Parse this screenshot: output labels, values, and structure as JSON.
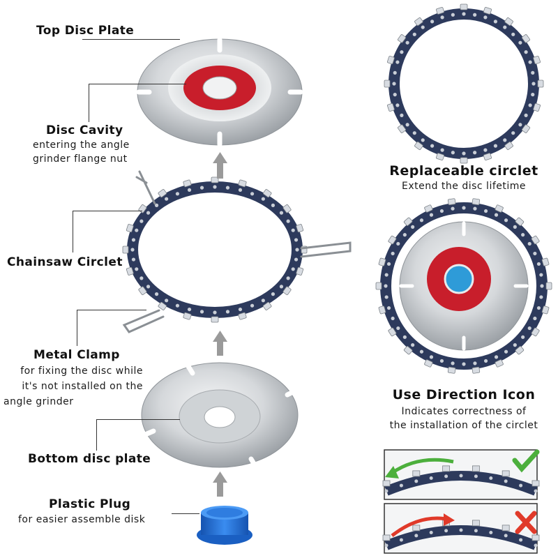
{
  "labels": {
    "top_disc_plate": "Top Disc Plate",
    "disc_cavity": "Disc Cavity",
    "disc_cavity_desc_1": "entering the angle",
    "disc_cavity_desc_2": "grinder flange nut",
    "chainsaw_circlet": "Chainsaw Circlet",
    "metal_clamp": "Metal Clamp",
    "metal_clamp_desc_1": "for fixing the disc while",
    "metal_clamp_desc_2": "it's not installed on the",
    "metal_clamp_desc_3": "angle grinder",
    "bottom_disc_plate": "Bottom disc plate",
    "plastic_plug": "Plastic Plug",
    "plastic_plug_desc": "for easier assemble disk",
    "replaceable_circlet": "Replaceable circlet",
    "replaceable_circlet_desc": "Extend the disc lifetime",
    "use_direction_icon": "Use Direction Icon",
    "use_direction_desc_1": "Indicates correctness of",
    "use_direction_desc_2": "the installation of the circlet"
  },
  "colors": {
    "chain": "#2d3a5c",
    "chain_tooth": "#d8dce2",
    "steel_light": "#e6e8ea",
    "steel_dark": "#9ea3a8",
    "hub_red": "#c81e2b",
    "plug_blue": "#1f6fd6",
    "arrow_gray": "#9a9a9a",
    "check_green": "#4caf3c",
    "cross_red": "#e03a2a"
  },
  "icons": {
    "arrow": "up-arrow-icon",
    "check": "check-mark-icon",
    "cross": "cross-mark-icon"
  }
}
